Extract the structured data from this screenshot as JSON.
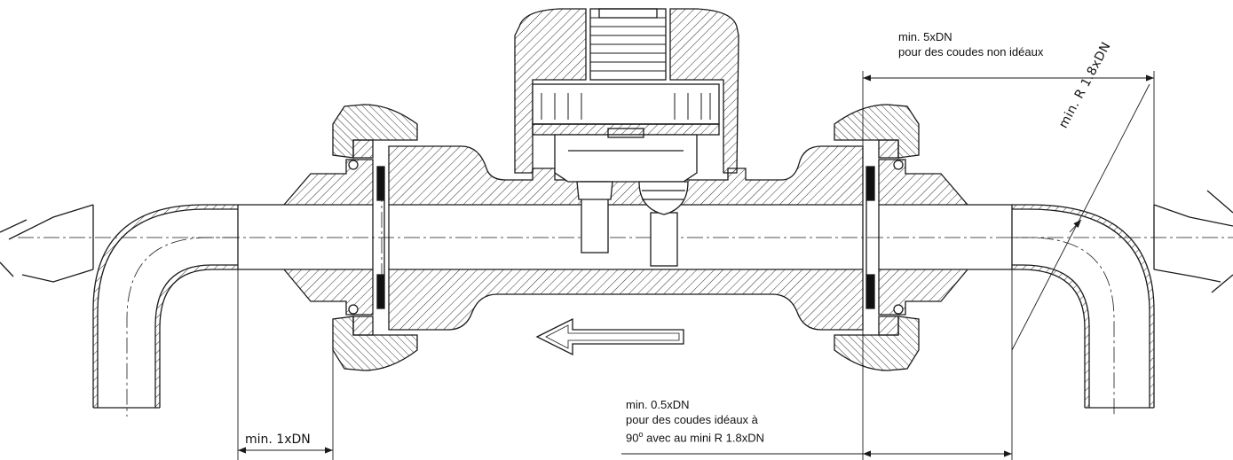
{
  "annotations": {
    "top_right": {
      "line1": "min. 5xDN",
      "line2": "pour des coudes non idéaux"
    },
    "radius_label": "min. R 1.8xDN",
    "bottom_left": "min.  1xDN",
    "bottom_center": {
      "line1": "min. 0.5xDN",
      "line2": "pour des coudes idéaux à",
      "line3_prefix": "90",
      "line3_sup": "o",
      "line3_rest": " avec au mini R 1.8xDN"
    }
  },
  "colors": {
    "line": "#1a1a1a",
    "seal": "#111111",
    "background": "#ffffff"
  },
  "icons": {
    "flow_arrow": "flow-direction-arrow-left"
  }
}
